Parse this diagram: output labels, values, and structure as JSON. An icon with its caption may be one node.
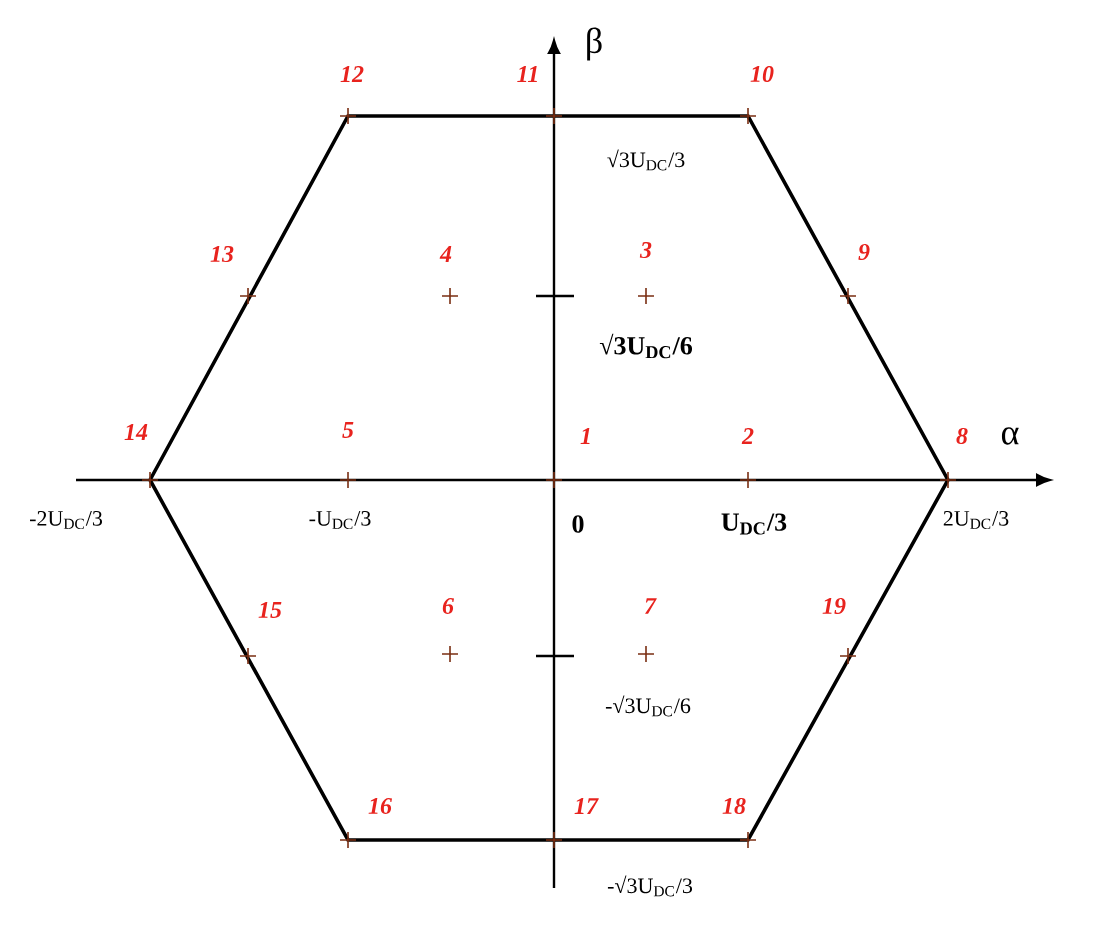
{
  "diagram": {
    "labels": [
      "β",
      "12",
      "11",
      "10",
      "√3U$_{DC}$/3",
      "13",
      "4",
      "3",
      "9",
      "√3U$_{DC}$/6",
      "14",
      "5",
      "1",
      "2",
      "8",
      "α",
      "-2U$_{DC}$/3",
      "-U$_{DC}$/3",
      "0",
      "U$_{DC}$/3",
      "2U$_{DC}$/3",
      "15",
      "6",
      "7",
      "19",
      "-√3U$_{DC}$/6",
      "16",
      "17",
      "18",
      "-√3U$_{DC}$/3"
    ]
  }
}
